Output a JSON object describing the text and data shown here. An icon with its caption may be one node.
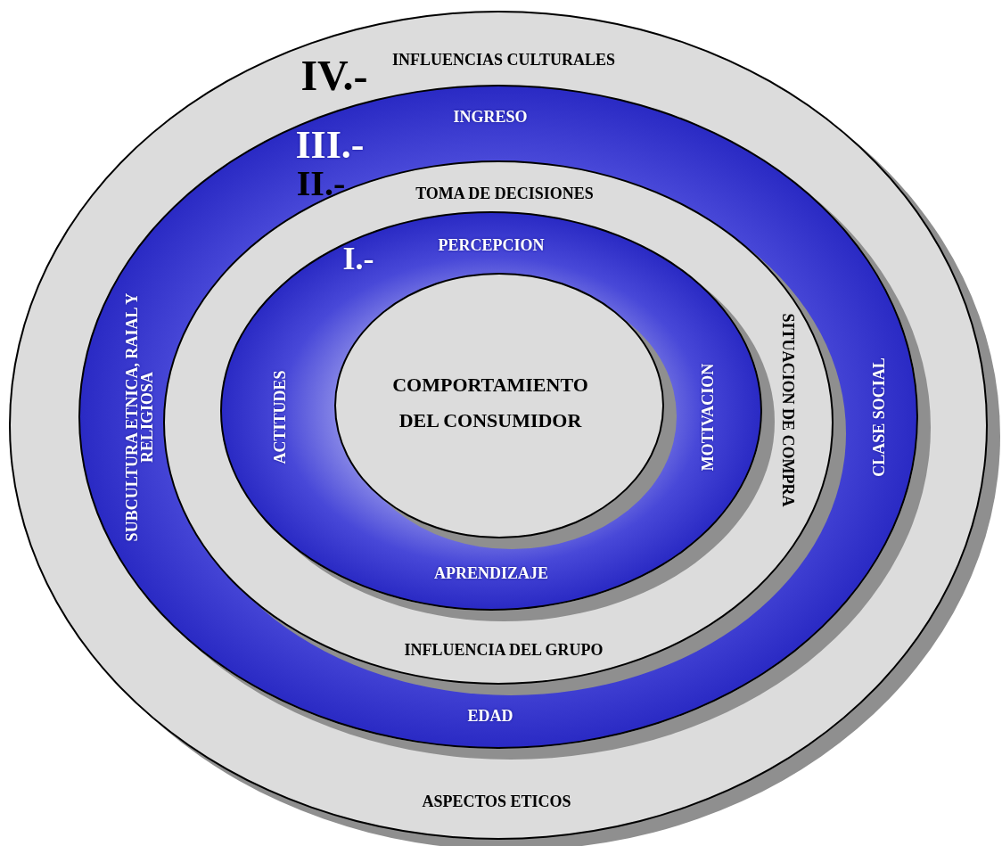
{
  "diagram": {
    "nodes": [
      {
        "text": [
          "IV.-",
          "INFLUENCIAS CULTURALES",
          "ASPECTOS ETICOS"
        ]
      },
      {
        "text": [
          "III.-",
          "INGRESO",
          "SUBCULTURA ETNICA, RAIAL Y RELIGIOSA",
          "CLASE SOCIAL",
          "EDAD"
        ],
        "in": 0
      },
      {
        "text": [
          "II.-",
          "TOMA DE DECISIONES",
          "SITUACION DE COMPRA",
          "INFLUENCIA DEL GRUPO"
        ],
        "in": 1
      },
      {
        "text": [
          "I.-",
          "PERCEPCION",
          "ACTITUDES",
          "MOTIVACION",
          "APRENDIZAJE"
        ],
        "in": 2
      },
      {
        "text": [
          "COMPORTAMIENTO DEL CONSUMIDOR"
        ],
        "in": 3
      }
    ],
    "edges": []
  }
}
